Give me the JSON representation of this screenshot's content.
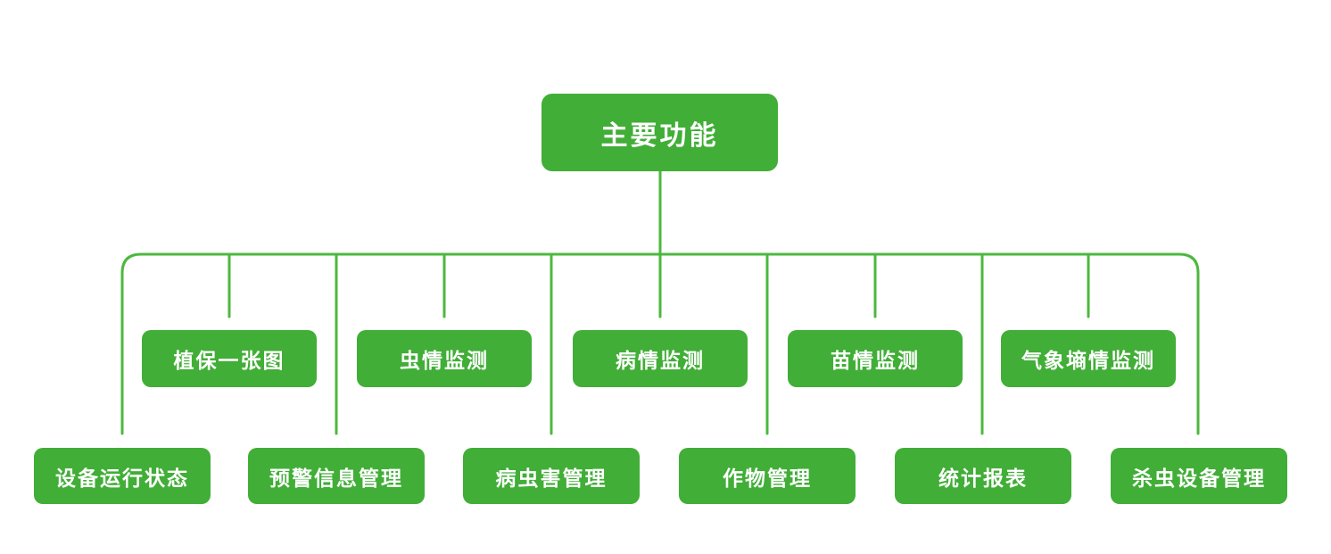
{
  "colors": {
    "node_fill": "#41ae37",
    "line": "#4cb83e",
    "node_text": "#ffffff",
    "background": "#ffffff"
  },
  "tree": {
    "root": {
      "label": "主要功能"
    },
    "row1": [
      {
        "label": "植保一张图"
      },
      {
        "label": "虫情监测"
      },
      {
        "label": "病情监测"
      },
      {
        "label": "苗情监测"
      },
      {
        "label": "气象墒情监测"
      }
    ],
    "row2": [
      {
        "label": "设备运行状态"
      },
      {
        "label": "预警信息管理"
      },
      {
        "label": "病虫害管理"
      },
      {
        "label": "作物管理"
      },
      {
        "label": "统计报表"
      },
      {
        "label": "杀虫设备管理"
      }
    ]
  }
}
